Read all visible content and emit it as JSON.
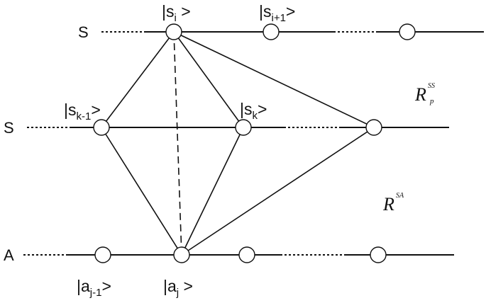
{
  "rows": {
    "top_label": "S",
    "middle_label": "S",
    "bottom_label": "A"
  },
  "kets": {
    "s_i": {
      "open": "|",
      "base": "s",
      "sub": "i",
      "close": " >"
    },
    "s_i_plus_1": {
      "open": "|",
      "base": "s",
      "sub": "i+1",
      "close": ">"
    },
    "s_k_minus_1": {
      "open": "|",
      "base": "s",
      "sub": "k-1",
      "close": ">"
    },
    "s_k": {
      "open": "|",
      "base": "s",
      "sub": "k",
      "close": ">"
    },
    "a_j_minus_1": {
      "open": "|",
      "base": "a",
      "sub": "j-1",
      "close": ">"
    },
    "a_j": {
      "open": "|",
      "base": "a",
      "sub": "j",
      "close": " >"
    }
  },
  "relations": {
    "ss": {
      "main": "R",
      "sup": "SS",
      "sub": "p"
    },
    "sa": {
      "main": "R",
      "sup": "SA"
    }
  }
}
